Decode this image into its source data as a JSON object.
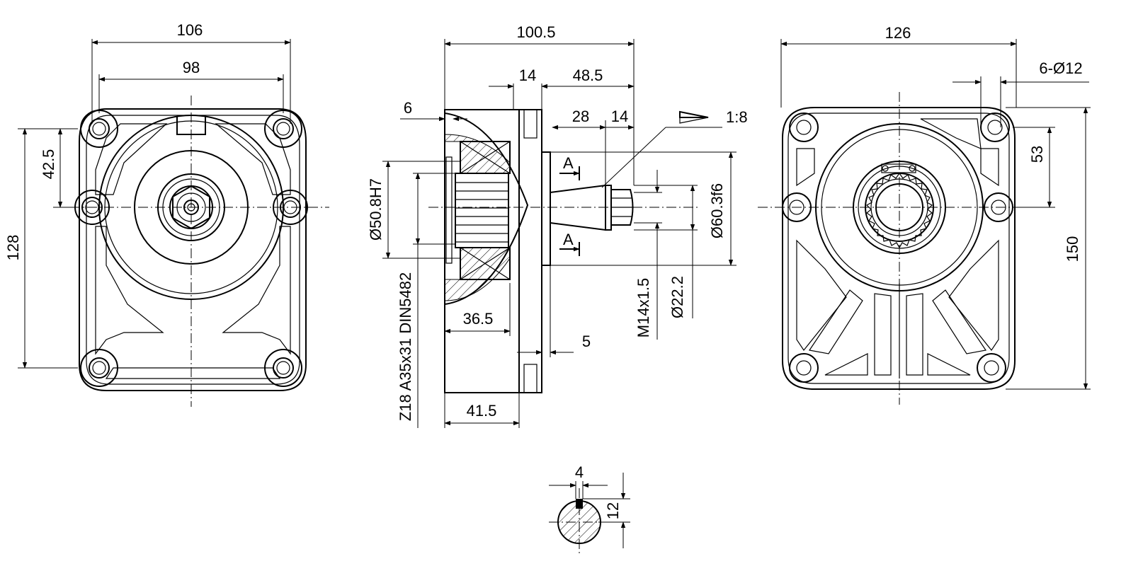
{
  "drawing": {
    "background": "#ffffff",
    "line_color": "#000000",
    "front_view": {
      "dim_width_outer": "106",
      "dim_width_bolts": "98",
      "dim_height_bolts": "128",
      "dim_center_offset": "42.5"
    },
    "side_view": {
      "dim_overall": "100.5",
      "dim_flange_width": "14",
      "dim_shaft_total": "48.5",
      "dim_taper_length": "28",
      "dim_thread_length": "14",
      "dim_left_offset": "6",
      "dim_pilot_diameter": "Ø50.8H7",
      "dim_spline": "Z18  A35x31 DIN5482",
      "dim_body_depth": "36.5",
      "dim_spigot": "5",
      "dim_base_length": "41.5",
      "dim_spigot_diameter": "Ø60.3f6",
      "dim_thread": "M14x1.5",
      "dim_shaft_diameter": "Ø22.2",
      "taper_ratio": "1:8",
      "section_label_top": "A",
      "section_label_bottom": "A"
    },
    "rear_view": {
      "dim_width": "126",
      "dim_holes": "6-Ø12",
      "dim_offset": "53",
      "dim_height": "150"
    },
    "section_view": {
      "dim_key_width": "4",
      "dim_key_depth": "12"
    }
  }
}
